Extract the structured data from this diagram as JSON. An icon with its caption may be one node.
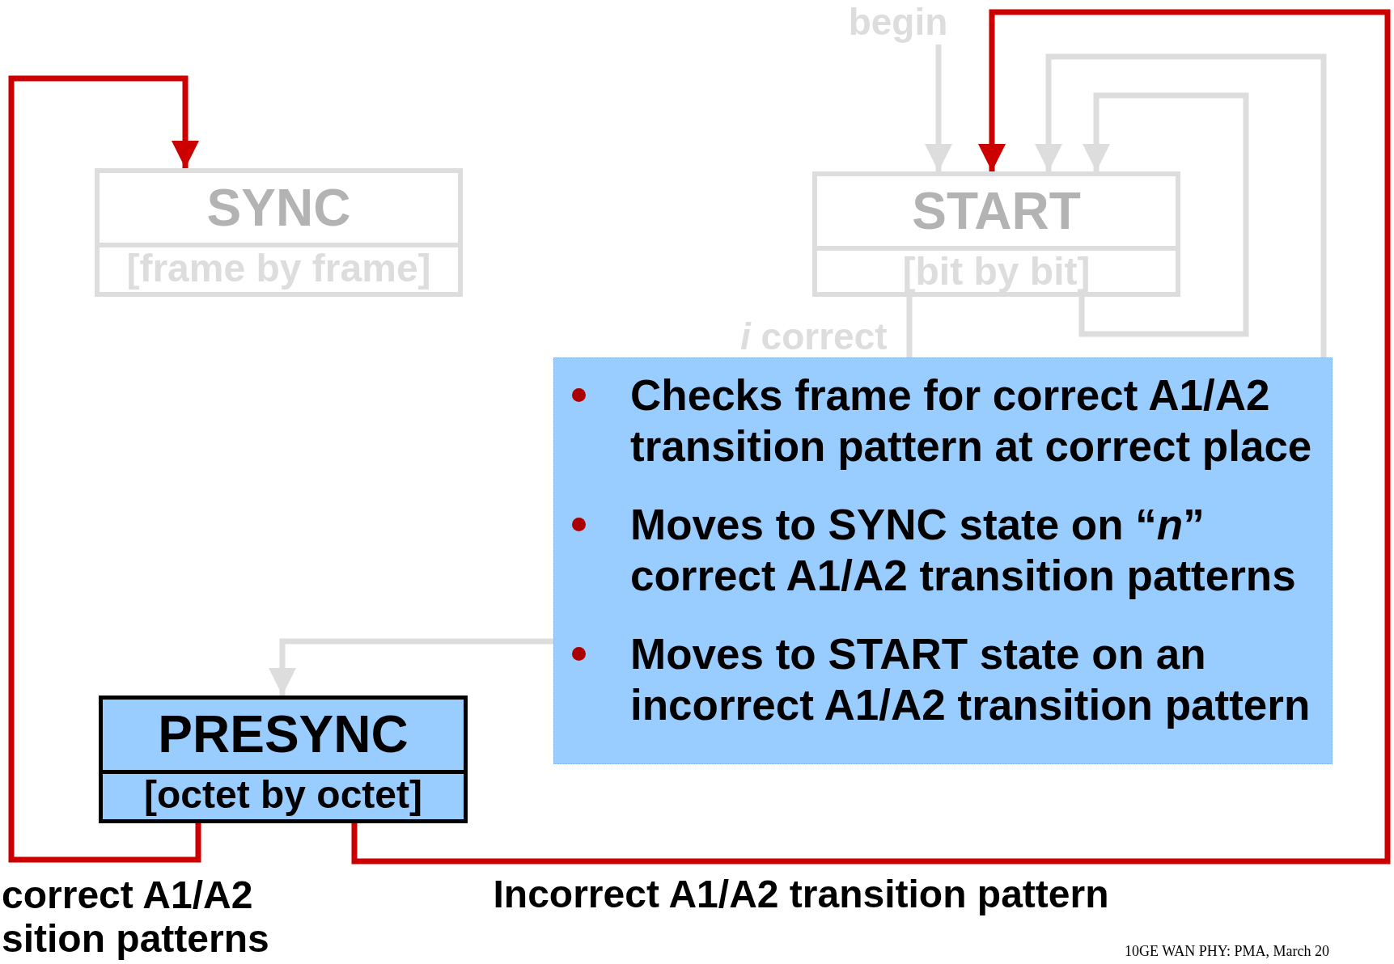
{
  "diagram": {
    "nodes": [
      {
        "text": [
          "begin"
        ]
      },
      {
        "text": [
          "SYNC",
          "[frame by frame]"
        ]
      },
      {
        "text": [
          "START",
          "[bit by bit]"
        ]
      },
      {
        "text": [
          "PRESYNC",
          "[octet by octet]"
        ]
      },
      {
        "text": [
          "Checks frame for correct A1/A2 transition pattern at correct place",
          "Moves to SYNC state on “*n*” correct A1/A2 transition patterns",
          "Moves to START state on an incorrect A1/A2 transition pattern"
        ]
      }
    ],
    "edges": [
      {
        "from": 0,
        "to": 2,
        "arrow": "to"
      },
      {
        "from": 3,
        "to": 2,
        "arrow": "to",
        "label": "Incorrect A1/A2 transition pattern",
        "color": "#cc0000"
      },
      {
        "from": 3,
        "to": 1,
        "arrow": "to",
        "label": "correct A1/A2 sition patterns",
        "color": "#cc0000"
      },
      {
        "from": 2,
        "to": 2,
        "arrow": "to"
      },
      {
        "from": 4,
        "to": 2,
        "arrow": "to"
      },
      {
        "from": 2,
        "to": 4,
        "arrow": "none",
        "label": "*i* correct"
      },
      {
        "from": 4,
        "to": 3,
        "arrow": "to"
      }
    ],
    "labels": [
      "10GE WAN PHY: PMA, March 20"
    ]
  }
}
